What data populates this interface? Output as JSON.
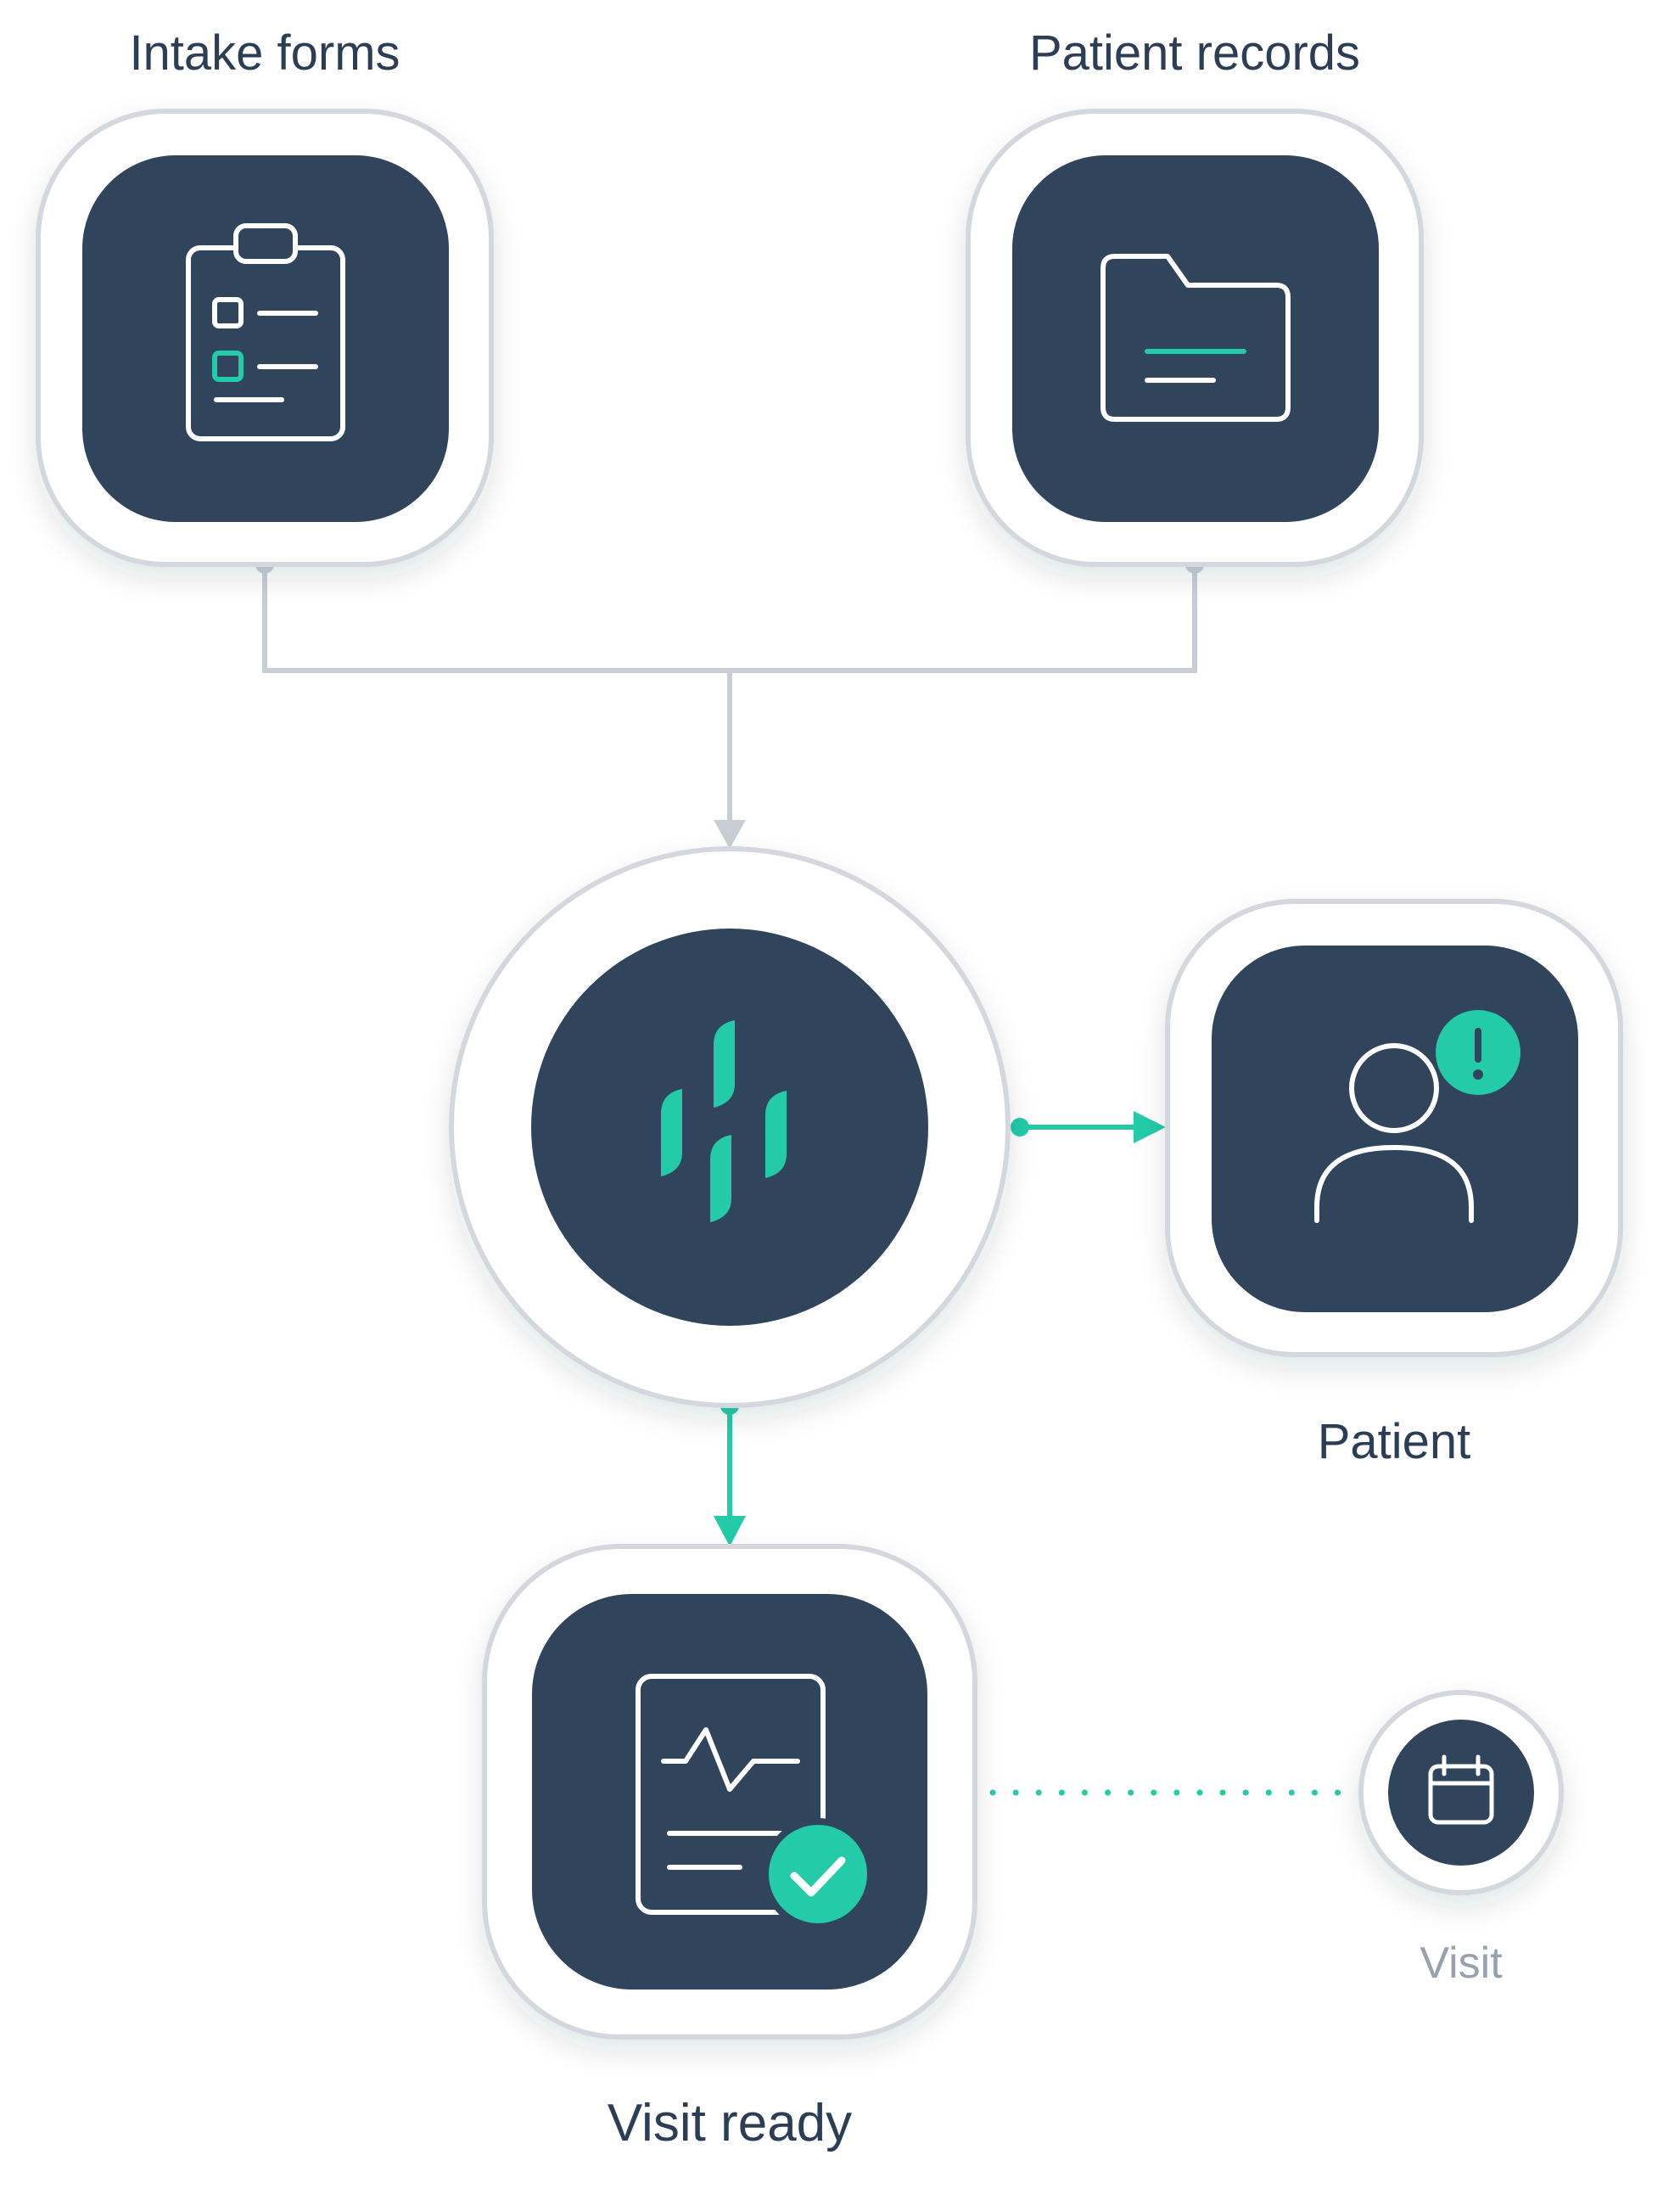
{
  "labels": {
    "intake_forms": "Intake forms",
    "patient_records": "Patient records",
    "patient": "Patient",
    "visit_ready": "Visit ready",
    "visit": "Visit"
  },
  "icons": {
    "intake_forms": "clipboard-checklist-icon",
    "patient_records": "folder-icon",
    "hub": "brand-logo-icon",
    "patient": "user-alert-icon",
    "visit_ready": "medical-report-check-icon",
    "visit": "calendar-icon"
  },
  "colors": {
    "tile": "#30445c",
    "accent": "#23cba9",
    "ring": "#d4d8de",
    "connector": "#c9ced6",
    "label": "#2c3e55",
    "label_muted": "#98a2ae"
  }
}
